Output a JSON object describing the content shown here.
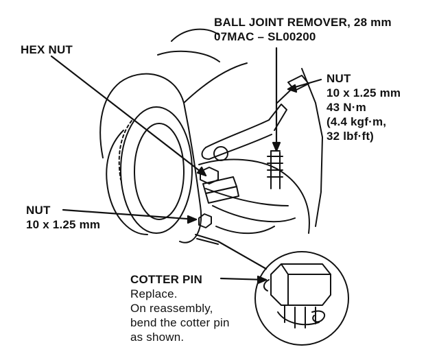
{
  "labels": {
    "tool": {
      "name": "BALL JOINT REMOVER, 28 mm",
      "part_number": "07MAC – SL00200"
    },
    "hex_nut": "HEX NUT",
    "nut_upper": {
      "title": "NUT",
      "size": "10 x 1.25 mm",
      "torque_nm": "43 N·m",
      "torque_kgf": "(4.4 kgf·m,",
      "torque_lbf": "32 lbf·ft)"
    },
    "nut_lower": {
      "title": "NUT",
      "size": "10 x 1.25 mm"
    },
    "cotter_pin": {
      "title": "COTTER PIN",
      "note_1": "Replace.",
      "note_2": "On reassembly,",
      "note_3": "bend the cotter pin",
      "note_4": "as shown."
    }
  }
}
